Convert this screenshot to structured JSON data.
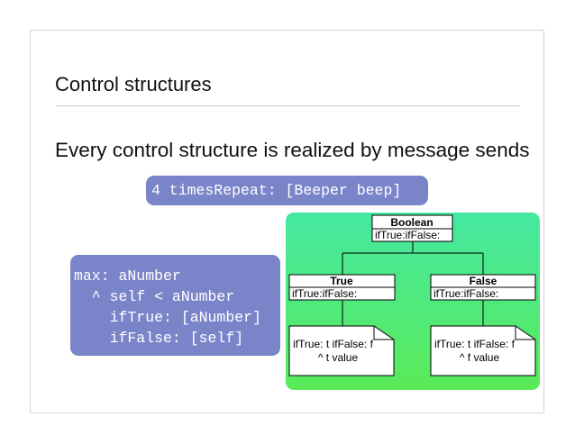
{
  "slide": {
    "title": "Control structures",
    "subtitle": "Every control structure is realized by message sends",
    "code_example_1": "4 timesRepeat: [Beeper beep]",
    "code_example_2": [
      "max: aNumber",
      "  ^ self < aNumber",
      "    ifTrue: [aNumber]",
      "    ifFalse: [self]"
    ]
  },
  "diagram": {
    "colors": {
      "code_bg": "#7a84c9",
      "panel_top": "#45e8a2",
      "panel_bottom": "#5aea58"
    },
    "classes": [
      {
        "name": "Boolean",
        "method": "ifTrue:ifFalse:"
      },
      {
        "name": "True",
        "method": "ifTrue:ifFalse:"
      },
      {
        "name": "False",
        "method": "ifTrue:ifFalse:"
      }
    ],
    "notes": [
      {
        "line1": "ifTrue: t ifFalse: f",
        "line2": "^ t value"
      },
      {
        "line1": "ifTrue: t ifFalse: f",
        "line2": "^ f value"
      }
    ]
  }
}
